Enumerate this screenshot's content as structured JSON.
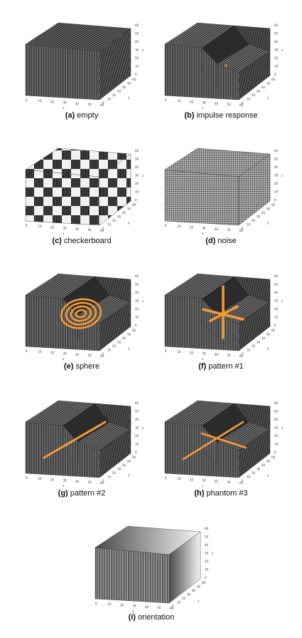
{
  "panels": [
    {
      "letter": "(a)",
      "label": "empty",
      "type": "full",
      "overlay": "none"
    },
    {
      "letter": "(b)",
      "label": "impulse response",
      "type": "corner",
      "overlay": "dot"
    },
    {
      "letter": "(c)",
      "label": "checkerboard",
      "type": "checker",
      "overlay": "none"
    },
    {
      "letter": "(d)",
      "label": "noise",
      "type": "noise",
      "overlay": "none"
    },
    {
      "letter": "(e)",
      "label": "sphere",
      "type": "corner",
      "overlay": "rings"
    },
    {
      "letter": "(f)",
      "label": "pattern #1",
      "type": "corner",
      "overlay": "cross3d"
    },
    {
      "letter": "(g)",
      "label": "pattern #2",
      "type": "corner",
      "overlay": "diag"
    },
    {
      "letter": "(h)",
      "label": "phantom #3",
      "type": "corner",
      "overlay": "diagcross"
    },
    {
      "letter": "(i)",
      "label": "orientation",
      "type": "orientation",
      "overlay": "none"
    }
  ],
  "axes": {
    "x_label": "x",
    "y_label": "y",
    "z_label": "z",
    "x_ticks": [
      "0",
      "10",
      "20",
      "30",
      "40",
      "50",
      "60"
    ],
    "y_ticks": [
      "0",
      "10",
      "20",
      "30",
      "40",
      "50",
      "60"
    ],
    "z_ticks": [
      "0",
      "10",
      "20",
      "30",
      "40",
      "50",
      "60"
    ]
  },
  "colors": {
    "stripe_dark": "#1a1a1a",
    "stripe_light": "#9a9a9a",
    "highlight": "#f59a3a",
    "checker_light": "#f2f2f2"
  }
}
